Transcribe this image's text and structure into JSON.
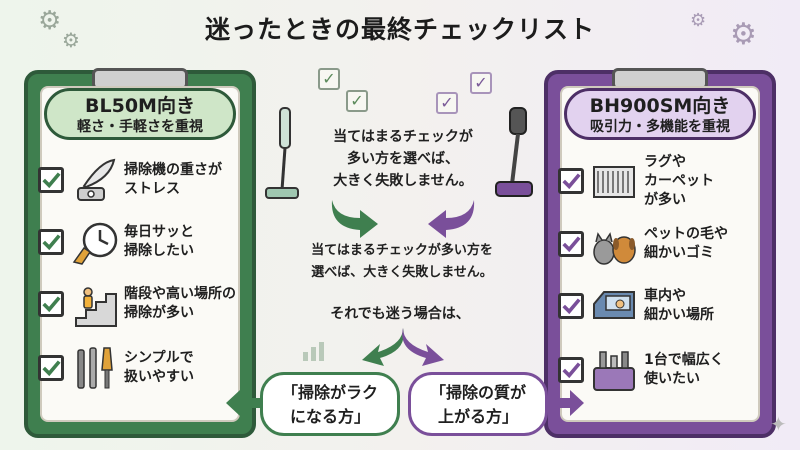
{
  "title": "迷ったときの最終チェックリスト",
  "colors": {
    "green": "#3f7f4f",
    "purple": "#7a4f9a",
    "check": "#3f7f4f"
  },
  "left_board": {
    "model": "BL50M向き",
    "subtitle": "軽さ・手軽さを重視",
    "items": [
      {
        "line1": "掃除機の重さが",
        "line2": "ストレス",
        "icon": "feather-scale-icon"
      },
      {
        "line1": "毎日サッと",
        "line2": "掃除したい",
        "icon": "clock-broom-icon"
      },
      {
        "line1": "階段や高い場所の",
        "line2": "掃除が多い",
        "icon": "stairs-icon"
      },
      {
        "line1": "シンプルで",
        "line2": "扱いやすい",
        "icon": "tools-icon"
      }
    ]
  },
  "right_board": {
    "model": "BH900SM向き",
    "subtitle": "吸引力・多機能を重視",
    "items": [
      {
        "line1": "ラグや",
        "line2": "カーペット",
        "line3": "が多い",
        "icon": "carpet-icon"
      },
      {
        "line1": "ペットの毛や",
        "line2": "細かいゴミ",
        "icon": "pets-icon"
      },
      {
        "line1": "車内や",
        "line2": "細かい場所",
        "icon": "car-icon"
      },
      {
        "line1": "1台で幅広く",
        "line2": "使いたい",
        "icon": "toolbox-icon"
      }
    ]
  },
  "center": {
    "text1": [
      "当てはまるチェックが",
      "多い方を選べば、",
      "大きく失敗しません。"
    ],
    "text2": [
      "当てはまるチェックが多い方を",
      "選べば、大きく失敗しません。"
    ],
    "text3": "それでも迷う場合は、",
    "bubble_left": [
      "「掃除がラク",
      "になる方」"
    ],
    "bubble_right": [
      "「掃除の質が",
      "上がる方」"
    ]
  }
}
